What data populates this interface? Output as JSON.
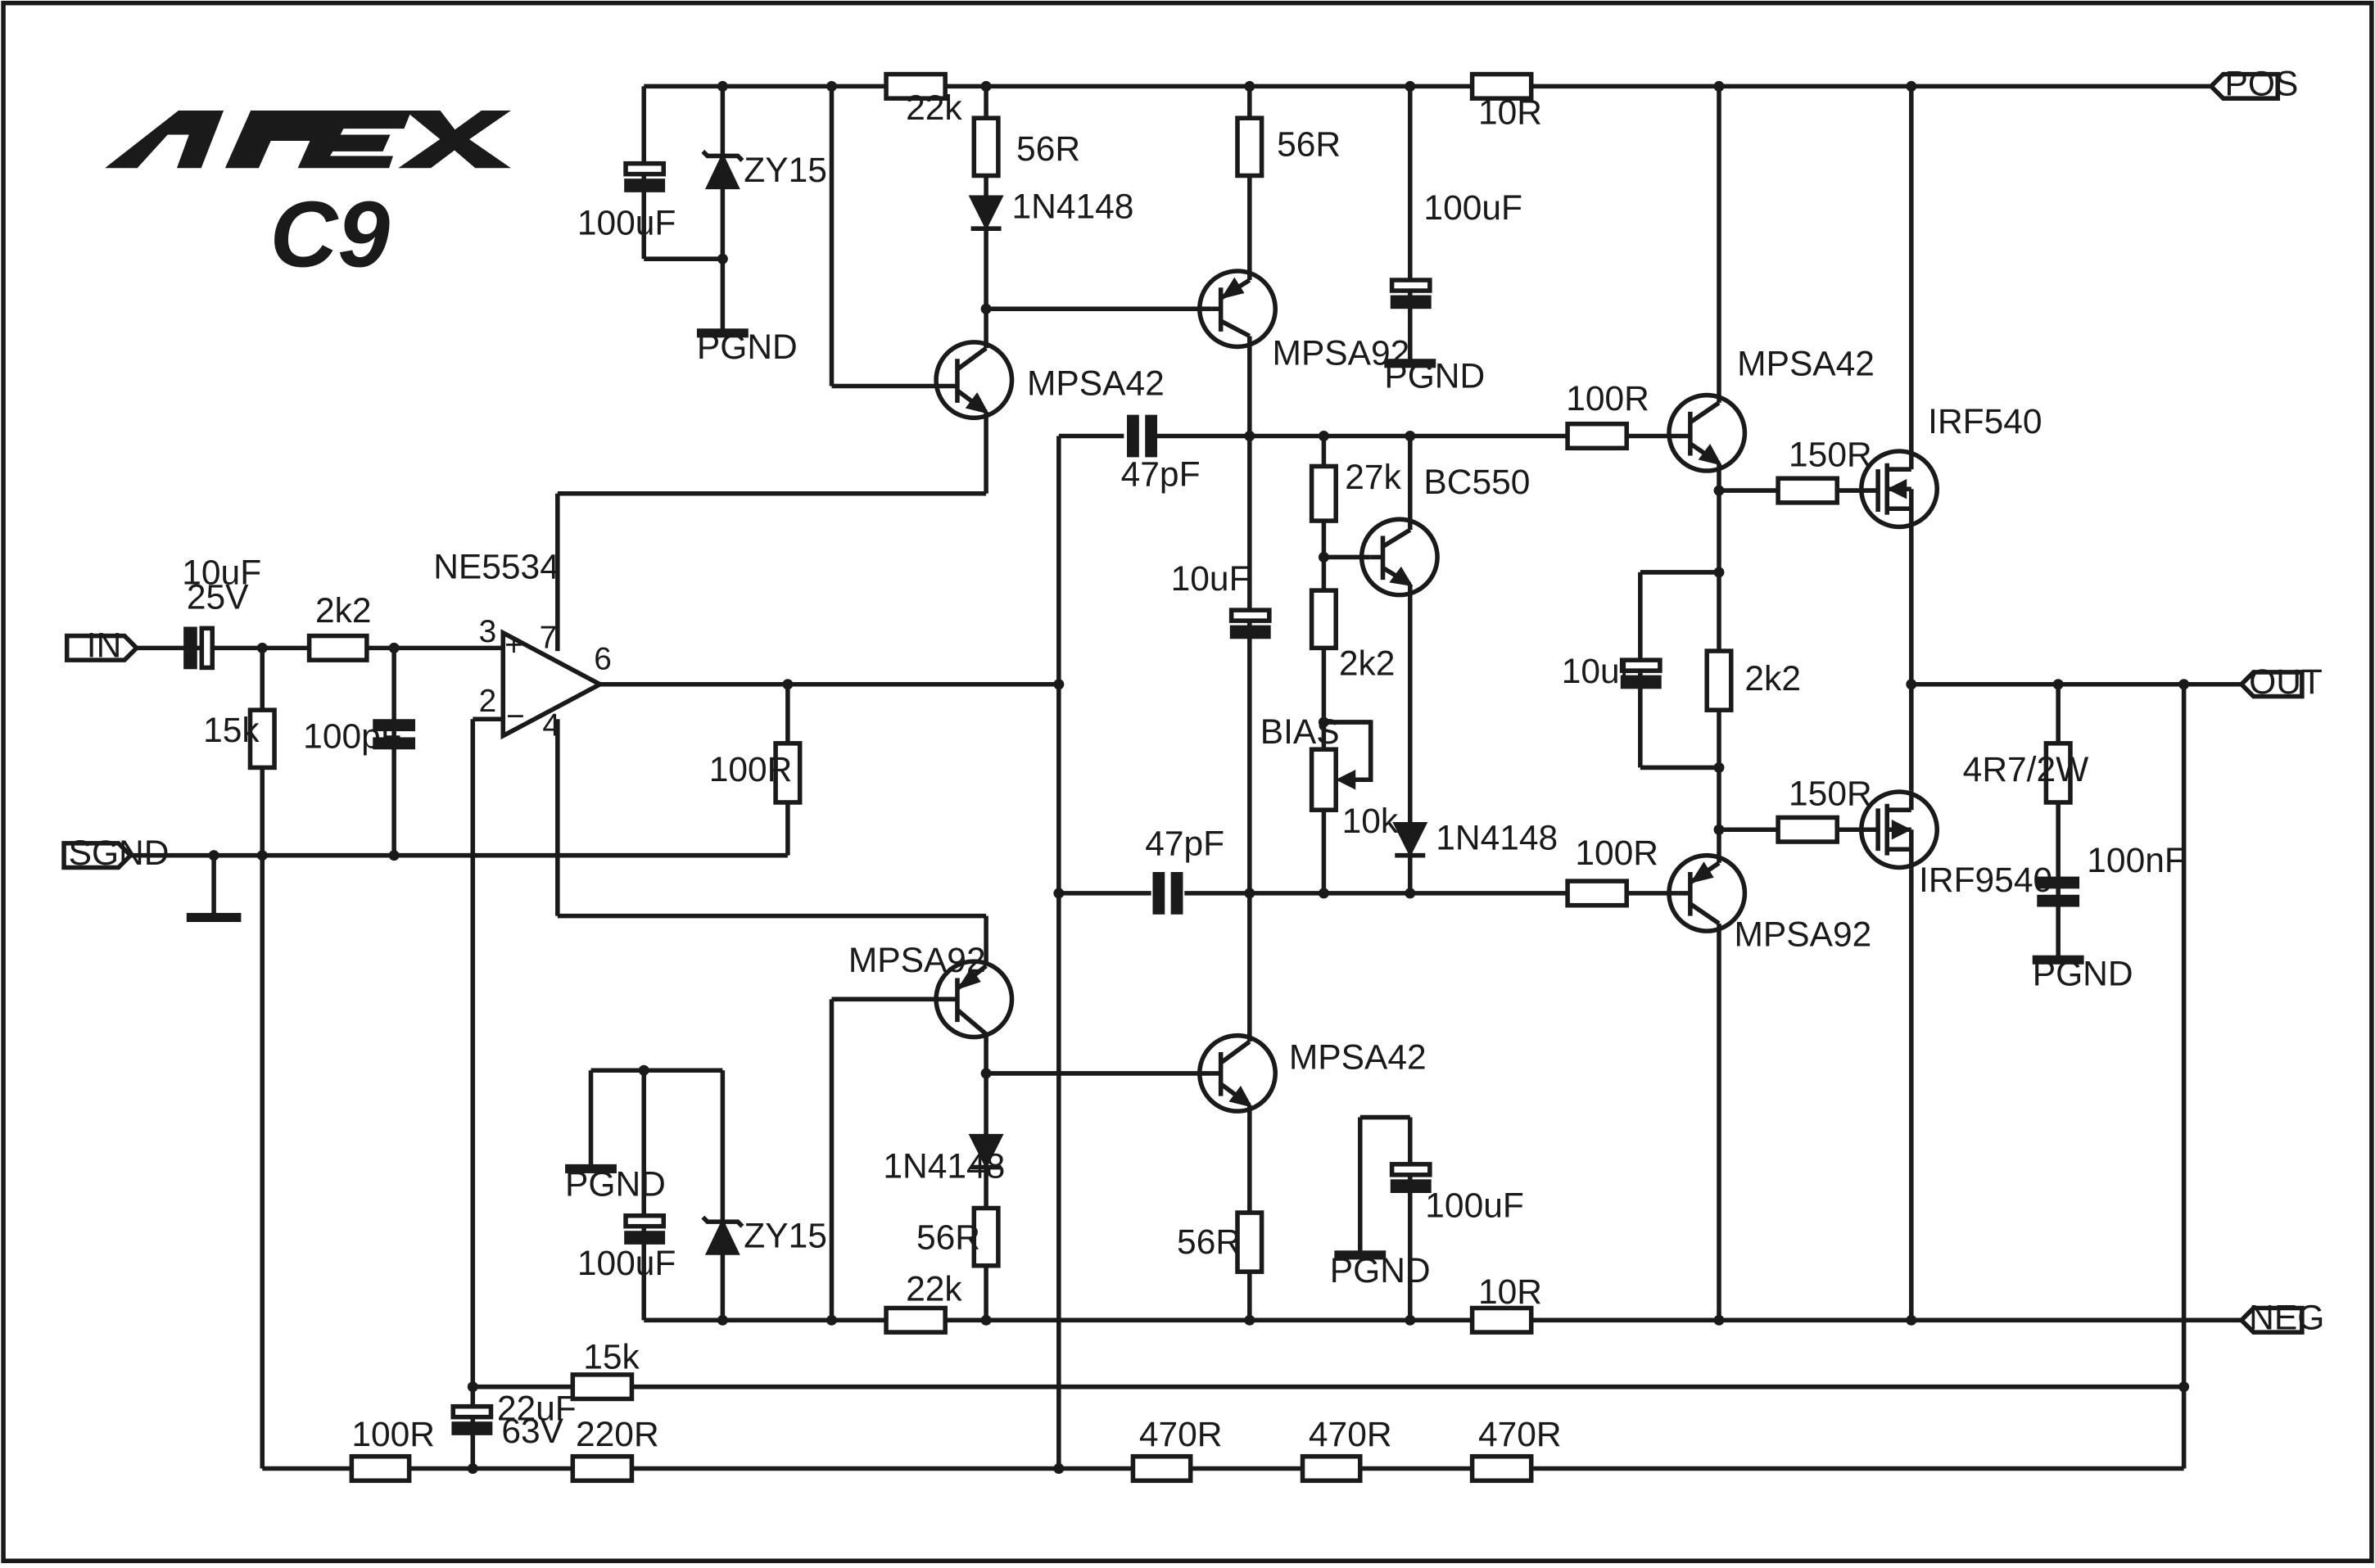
{
  "brand": "APEX",
  "model": "C9",
  "ports": {
    "in": "IN",
    "sgnd": "SGND",
    "pos": "POS",
    "neg": "NEG",
    "out": "OUT"
  },
  "opamp": {
    "name": "NE5534",
    "pin_plus": "3",
    "pin_minus": "2",
    "pin_out": "6",
    "pin_v_pos": "7",
    "pin_v_neg": "4",
    "plus_sign": "+",
    "minus_sign": "−"
  },
  "labels": {
    "c_in_value": "10uF",
    "c_in_voltage": "25V",
    "r_in": "2k2",
    "r_in_shunt": "15k",
    "c_in_shunt": "100pF",
    "r_op_load": "100R",
    "r_top_22k": "22k",
    "r_top_56r_a": "56R",
    "d_top": "1N4148",
    "r_top_56r_b": "56R",
    "c_top_reg": "100uF",
    "z_top": "ZY15",
    "gnd_top_left": "PGND",
    "r_top_10r": "10R",
    "c_top_right": "100uF",
    "gnd_top_right": "PGND",
    "q_top_mid": "MPSA92",
    "q_top_left": "MPSA42",
    "c_top_47p": "47pF",
    "c_bot_47p": "47pF",
    "r_27k": "27k",
    "q_bias": "BC550",
    "c_bias": "10uF",
    "r_2k2_bias": "2k2",
    "bias": "BIAS",
    "pot_10k": "10k",
    "d_bias": "1N4148",
    "r_drv_top": "100R",
    "q_drv_top": "MPSA42",
    "r_gate_top": "150R",
    "m_top": "IRF540",
    "c_drv": "10uF",
    "r_drv_mid": "2k2",
    "r_drv_bot": "100R",
    "q_drv_bot": "MPSA92",
    "r_gate_bot": "150R",
    "m_bot": "IRF9540",
    "r_zobel": "4R7/2W",
    "c_zobel": "100nF",
    "gnd_zobel": "PGND",
    "q_bot_left": "MPSA92",
    "q_bot_mid": "MPSA42",
    "d_bot": "1N4148",
    "r_bot_56r_a": "56R",
    "r_bot_56r_b": "56R",
    "gnd_bot_left": "PGND",
    "c_bot_reg": "100uF",
    "z_bot": "ZY15",
    "r_bot_22k": "22k",
    "gnd_bot_right": "PGND",
    "c_bot_right": "100uF",
    "r_bot_10r": "10R",
    "r_fb_15k": "15k",
    "c_fb_value": "22uF",
    "c_fb_voltage": "63V",
    "r_fb_100r": "100R",
    "r_fb_220r": "220R",
    "r_chain_1": "470R",
    "r_chain_2": "470R",
    "r_chain_3": "470R"
  }
}
